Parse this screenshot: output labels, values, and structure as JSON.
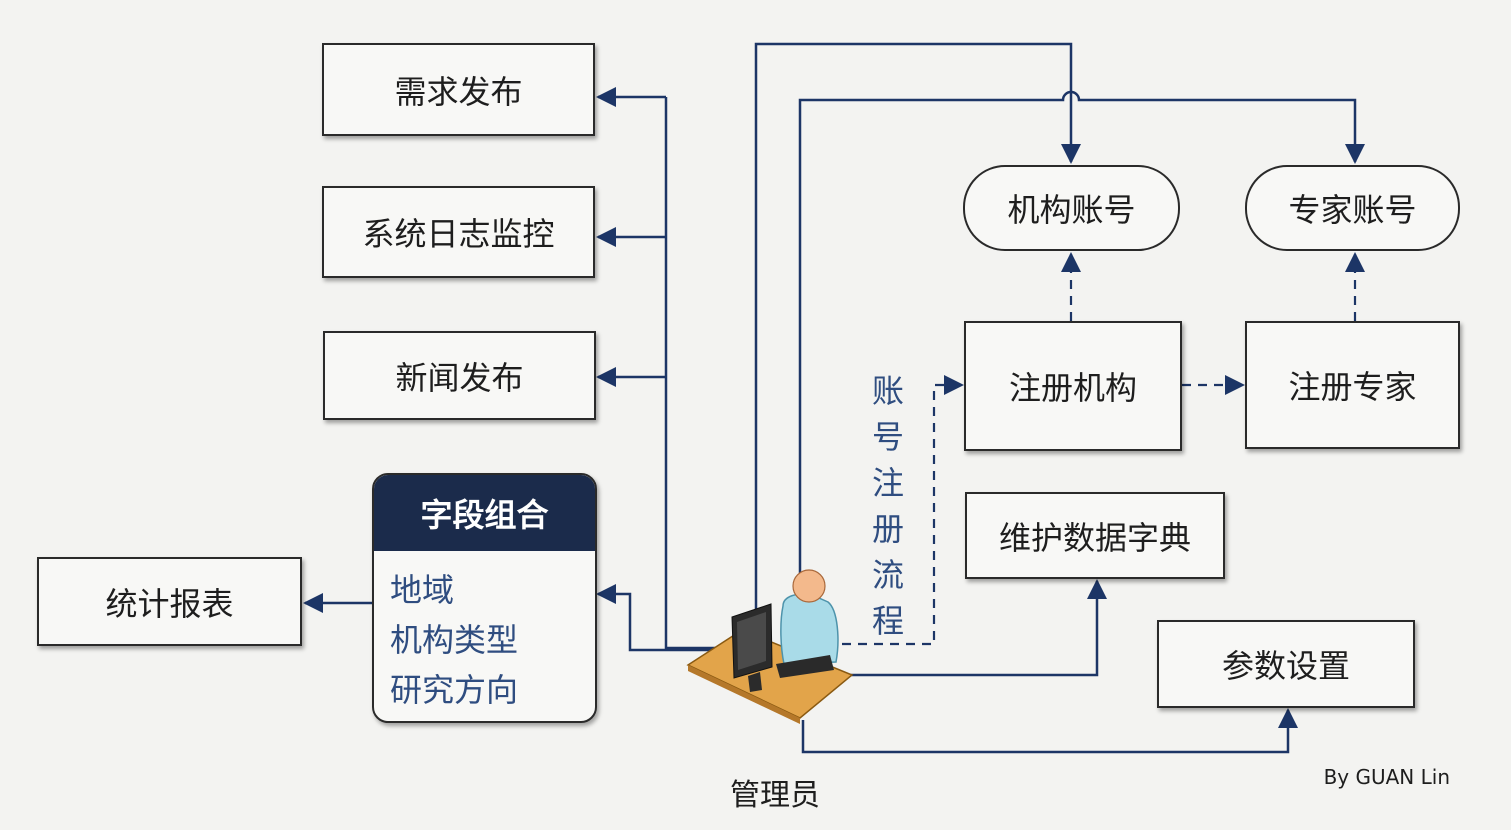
{
  "colors": {
    "arrow": "#1c3566",
    "header": "#1b2b4b",
    "label_blue": "#2f4d80"
  },
  "nodes": {
    "demand": "需求发布",
    "syslog": "系统日志监控",
    "news": "新闻发布",
    "report": "统计报表",
    "org_account": "机构账号",
    "expert_account": "专家账号",
    "register_org": "注册机构",
    "register_expert": "注册专家",
    "dictionary": "维护数据字典",
    "params": "参数设置"
  },
  "field_group": {
    "title": "字段组合",
    "items": [
      "地域",
      "机构类型",
      "研究方向"
    ]
  },
  "process_label": "账号注册流程",
  "admin": {
    "label": "管理员",
    "icon": "admin-at-computer-icon"
  },
  "credit": "By GUAN Lin"
}
